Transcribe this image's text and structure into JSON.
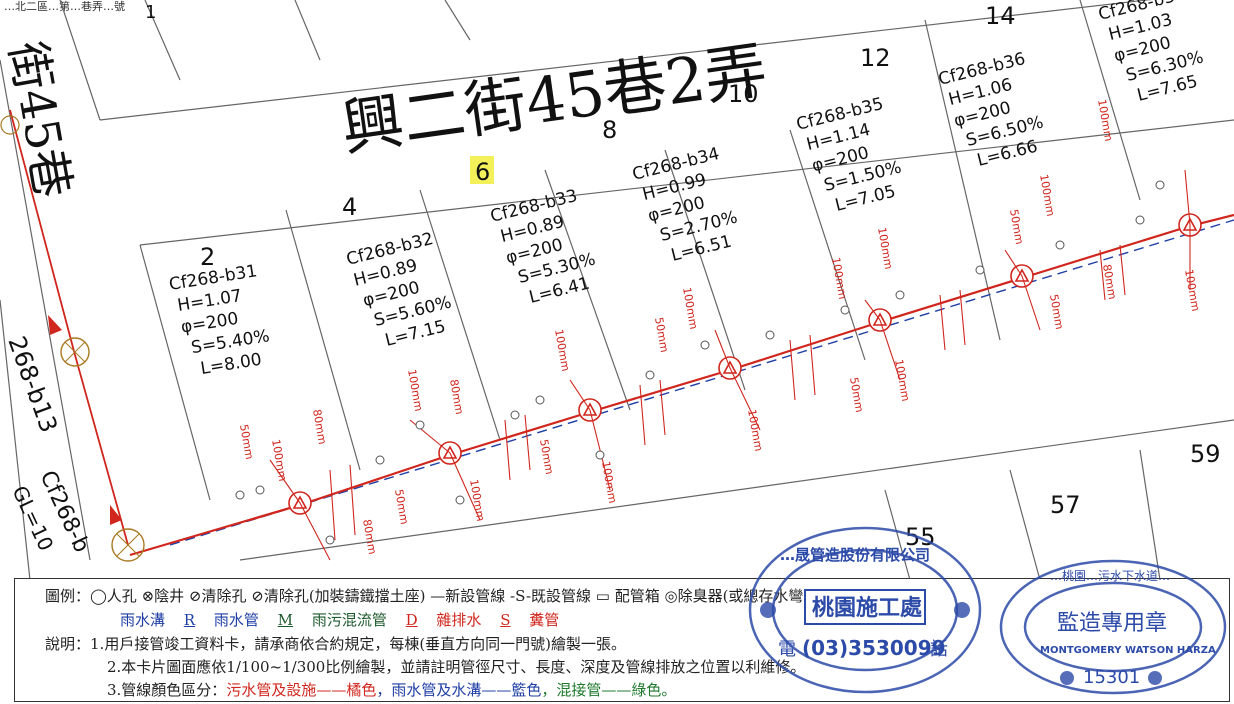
{
  "header_fragment": "…北二區…第…巷弄…號",
  "street_title": "興二街45巷2弄",
  "side_street": "街45巷",
  "side_text_1": "268-b13",
  "side_text_2": "Cf268-b",
  "side_text_3": "GL=10",
  "lot_numbers": [
    "2",
    "4",
    "6",
    "8",
    "10",
    "12",
    "14",
    "55",
    "57",
    "59",
    "1"
  ],
  "manholes": [
    {
      "id": "Cf268-b31",
      "H": "H=1.07",
      "D": "φ=200",
      "S": "S=5.40%",
      "L": "L=8.00"
    },
    {
      "id": "Cf268-b32",
      "H": "H=0.89",
      "D": "φ=200",
      "S": "S=5.60%",
      "L": "L=7.15"
    },
    {
      "id": "Cf268-b33",
      "H": "H=0.89",
      "D": "φ=200",
      "S": "S=5.30%",
      "L": "L=6.41"
    },
    {
      "id": "Cf268-b34",
      "H": "H=0.99",
      "D": "φ=200",
      "S": "S=2.70%",
      "L": "L=6.51"
    },
    {
      "id": "Cf268-b35",
      "H": "H=1.14",
      "D": "φ=200",
      "S": "S=1.50%",
      "L": "L=7.05"
    },
    {
      "id": "Cf268-b36",
      "H": "H=1.06",
      "D": "φ=200",
      "S": "S=6.50%",
      "L": "L=6.66"
    },
    {
      "id": "Cf268-b3",
      "H": "H=1.03",
      "D": "φ=200",
      "S": "S=6.30%",
      "L": "L=7.65"
    }
  ],
  "pipe_labels": [
    "100mm",
    "50mm",
    "80mm"
  ],
  "legend": {
    "line1_prefix": "圖例：",
    "line1": "◯人孔  ⊗陰井  ⊘清除孔  ⊘清除孔(加裝鑄鐵擋土座)  —新設管線  -S-既設管線 ▭ 配管箱  ◎除臭器(或總存水彎)",
    "line2_a": "雨水溝",
    "line2_R": "R",
    "line2_b": "雨水管",
    "line2_M": "M",
    "line2_c": "雨污混流管",
    "line2_D": "D",
    "line2_d": "雜排水",
    "line2_S": "S",
    "line2_e": "糞管",
    "note_prefix": "說明：",
    "note1": "1.用戶接管竣工資料卡，請承商依合約規定，每棟(垂直方向同一門號)繪製一張。",
    "note2": "2.本卡片圖面應依1/100~1/300比例繪製，並請註明管徑尺寸、長度、深度及管線排放之位置以利維修。",
    "note3_a": "3.管線顏色區分：",
    "note3_b": "污水管及設施——橘色",
    "note3_c": "，雨水管及水溝——籃色",
    "note3_d": "，混接管——綠色。"
  },
  "stamp1": {
    "company": "…晟管造股份有限公司",
    "center": "桃園施工處",
    "phone": "(03)3530099",
    "left_char": "電",
    "right_char": "話"
  },
  "stamp2": {
    "top": "…桃園…污水下水道…",
    "center": "監造專用章",
    "bottom_en": "MONTGOMERY WATSON HARZA",
    "number": "15301"
  },
  "colors": {
    "pipe_red": "#d0261d",
    "line_gray": "#555555",
    "dash_blue": "#1f3fa6",
    "stamp_blue": "#2c4aa8",
    "highlight": "#f3f05a"
  }
}
